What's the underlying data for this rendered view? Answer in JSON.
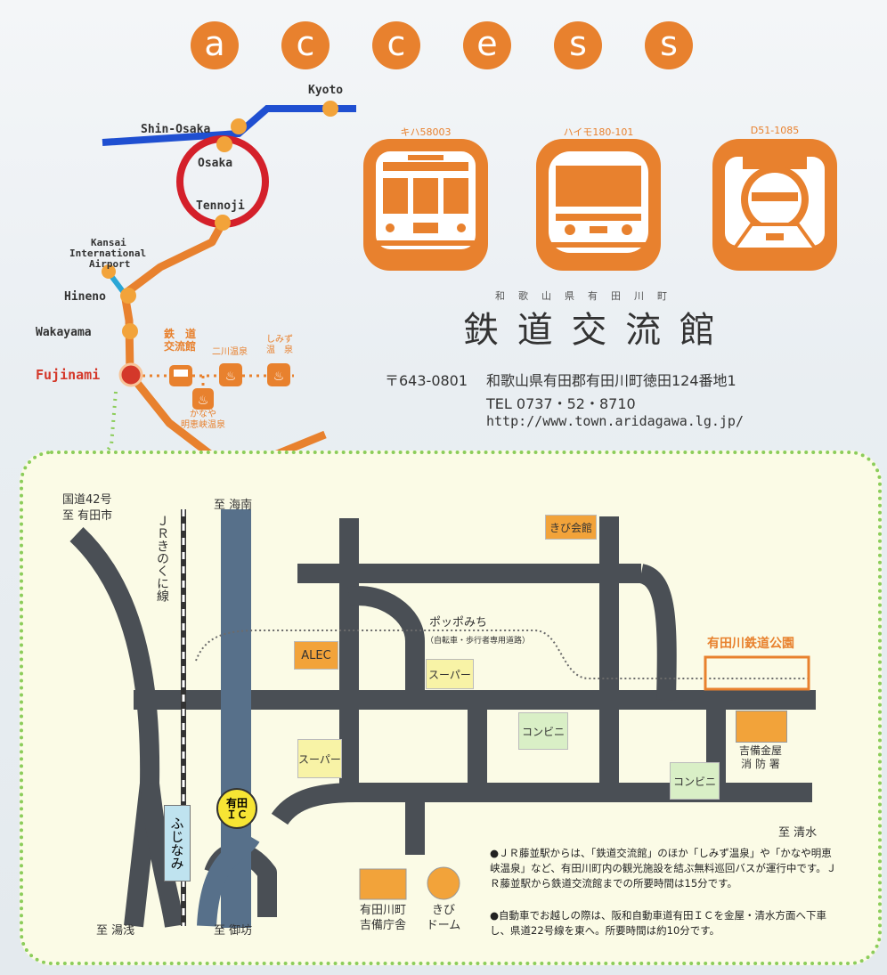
{
  "title_letters": [
    "a",
    "c",
    "c",
    "e",
    "s",
    "s"
  ],
  "route": {
    "stations": {
      "kyoto": "Kyoto",
      "shin_osaka": "Shin-Osaka",
      "osaka": "Osaka",
      "tennoji": "Tennoji",
      "kansai_line1": "Kansai",
      "kansai_line2": "International",
      "kansai_line3": "Airport",
      "hineno": "Hineno",
      "wakayama": "Wakayama",
      "fujinami": "Fujinami"
    },
    "spots": {
      "museum_line1": "鉄　道",
      "museum_line2": "交流館",
      "nikawa": "二川温泉",
      "shimizu_line1": "しみず",
      "shimizu_line2": "温　泉",
      "kanaya_line1": "かなや",
      "kanaya_line2": "明恵峡温泉"
    },
    "colors": {
      "jr_kyoto": "#1f4fd1",
      "loop": "#d4202a",
      "hanwa": "#e8812e",
      "kansai_link": "#2aa6d6"
    }
  },
  "trains": [
    {
      "caption": "キハ58003",
      "icon": "diesel-railcar-icon"
    },
    {
      "caption": "ハイモ180-101",
      "icon": "railbus-icon"
    },
    {
      "caption": "D51-1085",
      "icon": "steam-locomotive-icon"
    }
  ],
  "facility": {
    "subtitle": "和　歌　山　県　有　田　川　町",
    "name": "鉄 道 交 流 館",
    "postal": "〒643-0801",
    "address": "和歌山県有田郡有田川町徳田124番地1",
    "tel": "TEL 0737・52・8710",
    "url": "http://www.town.aridagawa.lg.jp/"
  },
  "map": {
    "road42_line1": "国道42号",
    "road42_line2": "至 有田市",
    "to_kainan": "至 海南",
    "jr_line": "ＪＲきのくに線",
    "poppo": "ポッポみち",
    "poppo_sub": "（自転車・歩行者専用道路）",
    "park": "有田川鉄道公園",
    "to_shimizu": "至 清水",
    "to_yuasa": "至 湯浅",
    "to_gobo": "至 御坊",
    "fujinami_station": "ふじなみ",
    "ic": "有田ＩＣ",
    "buildings": {
      "kibi_kaikan": "きび会館",
      "alec": "ALEC",
      "super1": "スーパー",
      "super2": "スーパー",
      "konbini1": "コンビニ",
      "konbini2": "コンビニ",
      "fire_line1": "吉備金屋",
      "fire_line2": "消 防 署"
    },
    "legend": {
      "office_line1": "有田川町",
      "office_line2": "吉備庁舎",
      "dome_line1": "きび",
      "dome_line2": "ドーム"
    },
    "notes": [
      "●ＪＲ藤並駅からは、「鉄道交流館」のほか「しみず温泉」や「かなや明恵峡温泉」など、有田川町内の観光施設を結ぶ無料巡回バスが運行中です。ＪＲ藤並駅から鉄道交流館までの所要時間は15分です。",
      "●自動車でお越しの際は、阪和自動車道有田ＩＣを金屋・清水方面へ下車し、県道22号線を東へ。所要時間は約10分です。"
    ]
  }
}
